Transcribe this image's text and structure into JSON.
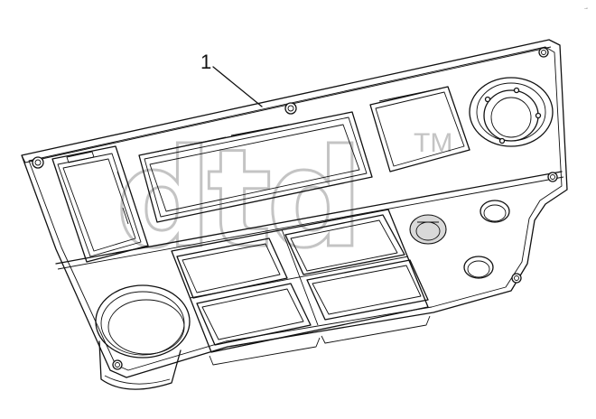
{
  "diagram": {
    "callout_label": "1",
    "watermark_text": "dtd",
    "trademark_symbol": "TM",
    "corner_mark": "→"
  }
}
